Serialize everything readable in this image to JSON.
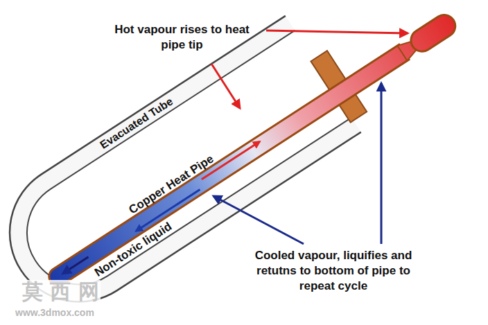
{
  "diagram": {
    "labels": [
      "Hot vapour rises to heat pipe tip",
      "Evacuated Tube",
      "Copper Heat Pipe",
      "Non-toxic liquid",
      "Cooled vapour, liquifies and retutns to bottom of pipe to repeat cycle",
      "莫 西 网",
      "www.3dmox.com"
    ]
  }
}
